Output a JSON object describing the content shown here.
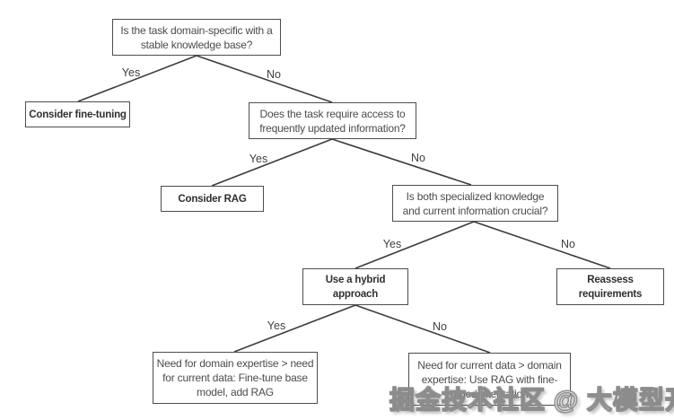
{
  "diagram": {
    "nodes": {
      "q_domain_specific": {
        "label": "Is the task domain-specific with a\nstable knowledge base?"
      },
      "consider_fine_tuning": {
        "label": "Consider fine-tuning"
      },
      "q_frequent_updates": {
        "label": "Does the task require access to\nfrequently updated information?"
      },
      "consider_rag": {
        "label": "Consider RAG"
      },
      "q_both_crucial": {
        "label": "Is both specialized knowledge\nand current information crucial?"
      },
      "use_hybrid": {
        "label": "Use a hybrid\napproach"
      },
      "reassess": {
        "label": "Reassess\nrequirements"
      },
      "outcome_domain_expertise": {
        "label": "Need for domain expertise > need\nfor current data: Fine-tune base\nmodel, add RAG"
      },
      "outcome_current_data": {
        "label": "Need for current data > domain\nexpertise: Use RAG with fine-\ntuned integration"
      }
    },
    "edge_labels": {
      "l1_yes": "Yes",
      "l1_no": "No",
      "l2_yes": "Yes",
      "l2_no": "No",
      "l3_yes": "Yes",
      "l3_no": "No",
      "l4_yes": "Yes",
      "l4_no": "No"
    },
    "watermark": "掘金技术社区 @ 大模型开发",
    "colors": {
      "background": "#ffffff",
      "node_border": "#4d4d4d",
      "node_fill": "#ffffff",
      "question_text": "#4b4b4b",
      "action_text": "#2f2f2f",
      "connector_line": "#3c3c3c",
      "watermark_stroke": "#8c8c8c",
      "watermark_fill": "#ffffff"
    }
  }
}
